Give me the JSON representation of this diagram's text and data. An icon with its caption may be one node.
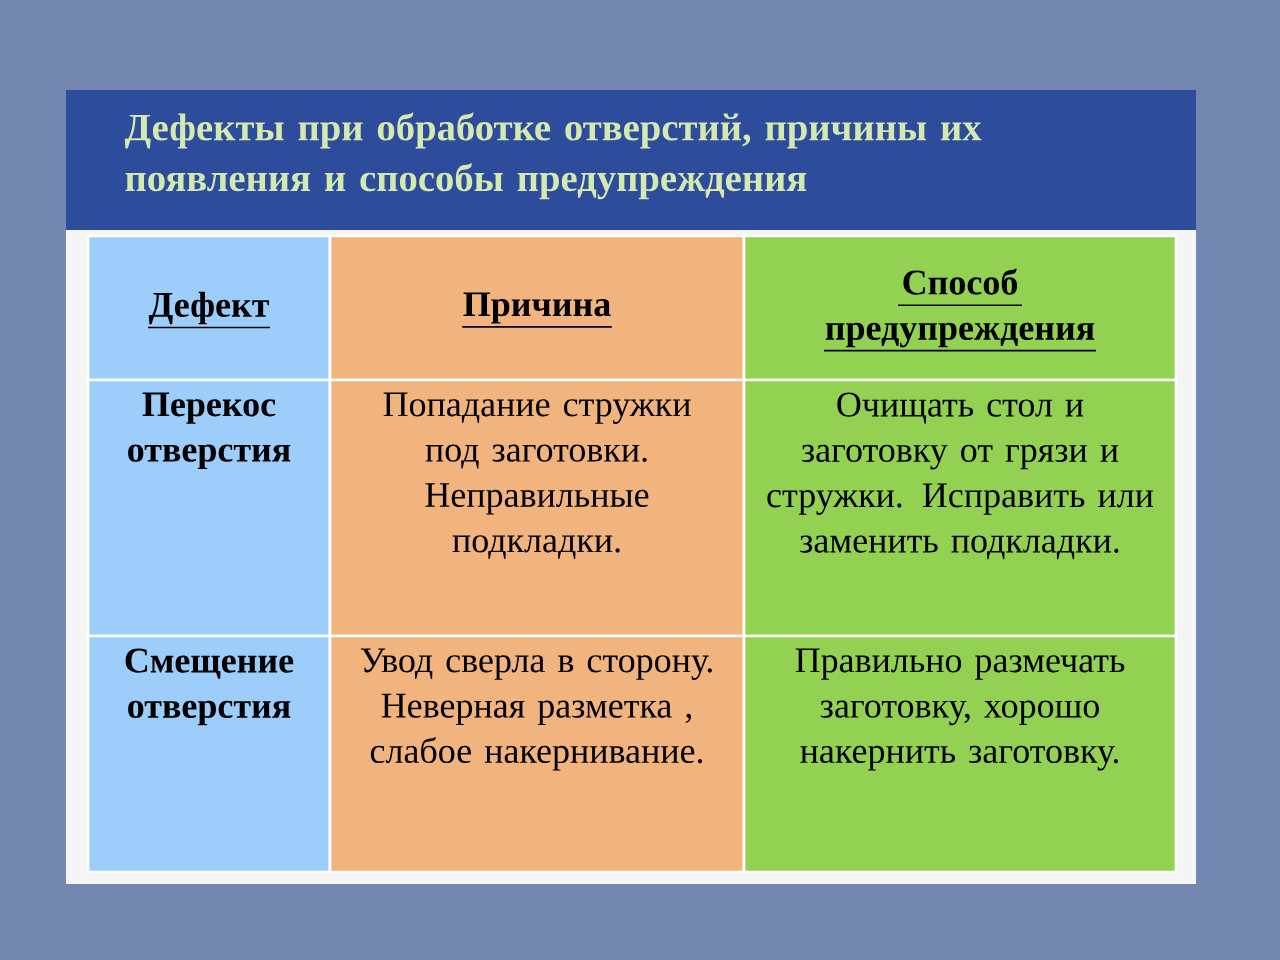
{
  "diagram": {
    "title": "Дефекты при обработке отверстий, причины их появления и способы предупреждения",
    "labels": [
      "Дефект",
      "Причина",
      "Способ предупреждения",
      "Перекос отверстия",
      "Попадание стружки под заготовки. Неправильные подкладки.",
      "Очищать стол и заготовку от грязи и стружки. Исправить или заменить подкладки.",
      "Смещение отверстия",
      "Увод сверла в сторону. Неверная разметка , слабое накернивание.",
      "Правильно размечать заготовку, хорошо накернить заготовку."
    ]
  }
}
